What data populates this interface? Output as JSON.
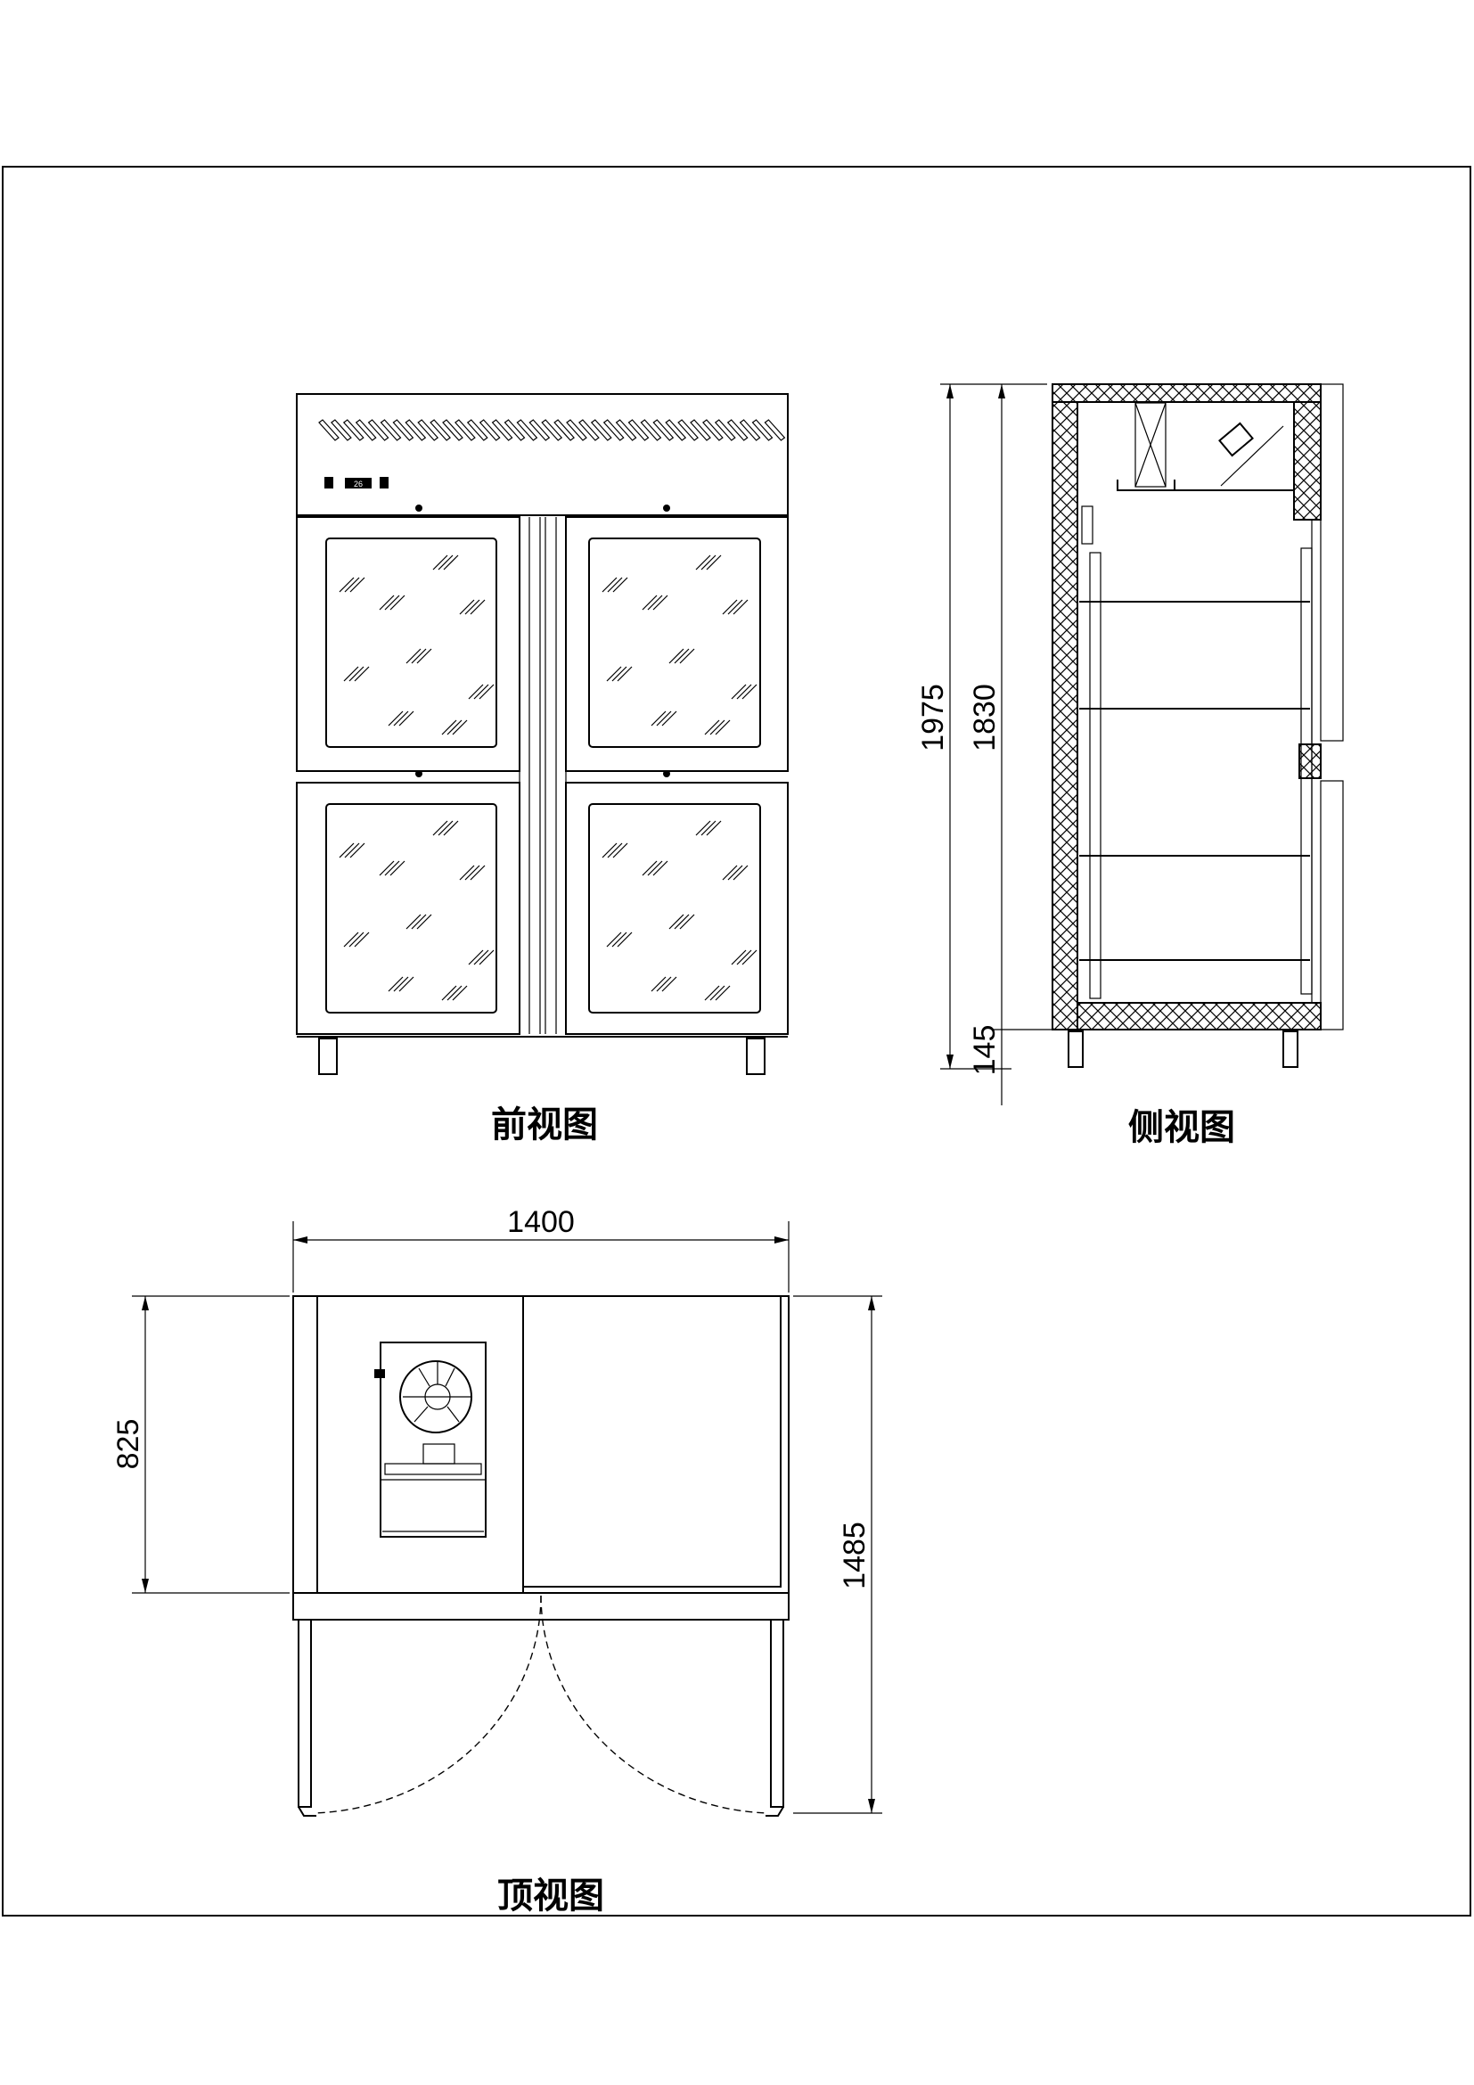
{
  "views": {
    "front": {
      "label": "前视图",
      "controller_display": "26"
    },
    "side": {
      "label": "侧视图",
      "dims": {
        "total_height": "1975",
        "body_height": "1830",
        "leg_height": "145"
      }
    },
    "top": {
      "label": "顶视图",
      "dims": {
        "width": "1400",
        "depth": "825",
        "depth_doors_open": "1485"
      }
    }
  },
  "colors": {
    "line": "#000000",
    "background": "#ffffff"
  }
}
